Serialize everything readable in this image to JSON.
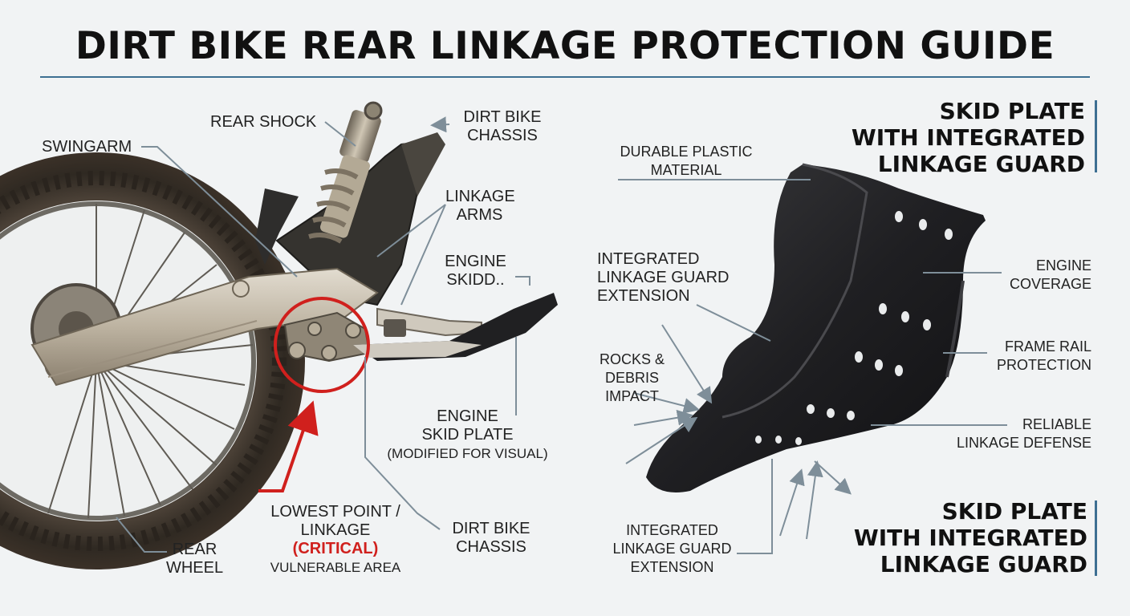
{
  "title": "DIRT BIKE REAR LINKAGE PROTECTION GUIDE",
  "left_labels": {
    "swingarm": "SWINGARM",
    "rear_shock": "REAR SHOCK",
    "chassis_top_1": "DIRT BIKE",
    "chassis_top_2": "CHASSIS",
    "linkage_arms_1": "LINKAGE",
    "linkage_arms_2": "ARMS",
    "engine_skid_1": "ENGINE",
    "engine_skid_2": "SKIDD..",
    "skid_plate_1": "ENGINE",
    "skid_plate_2": "SKID PLATE",
    "skid_plate_3": "(MODIFIED FOR VISUAL)",
    "lowest_1": "LOWEST POINT /",
    "lowest_2": "LINKAGE",
    "lowest_3": "(CRITICAL)",
    "lowest_4": "VULNERABLE AREA",
    "chassis_bottom_1": "DIRT BIKE",
    "chassis_bottom_2": "CHASSIS",
    "rear_wheel_1": "REAR",
    "rear_wheel_2": "WHEEL"
  },
  "right_labels": {
    "heading_top": [
      "SKID PLATE",
      "WITH INTEGRATED",
      "LINKAGE GUARD"
    ],
    "heading_bottom": [
      "SKID PLATE",
      "WITH INTEGRATED",
      "LINKAGE GUARD"
    ],
    "durable_1": "DURABLE PLASTIC",
    "durable_2": "MATERIAL",
    "ext_1": "INTEGRATED",
    "ext_2": "LINKAGE GUARD",
    "ext_3": "EXTENSION",
    "rocks_1": "ROCKS &",
    "rocks_2": "DEBRIS",
    "rocks_3": "IMPACT",
    "engine_cov_1": "ENGINE",
    "engine_cov_2": "COVERAGE",
    "frame_1": "FRAME RAIL",
    "frame_2": "PROTECTION",
    "reliable_1": "RELIABLE",
    "reliable_2": "LINKAGE DEFENSE",
    "ext_b_1": "INTEGRATED",
    "ext_b_2": "LINKAGE GUARD",
    "ext_b_3": "EXTENSION"
  },
  "colors": {
    "accent": "#3d6f92",
    "critical": "#d0201d",
    "plate": "#1c1c1e"
  }
}
